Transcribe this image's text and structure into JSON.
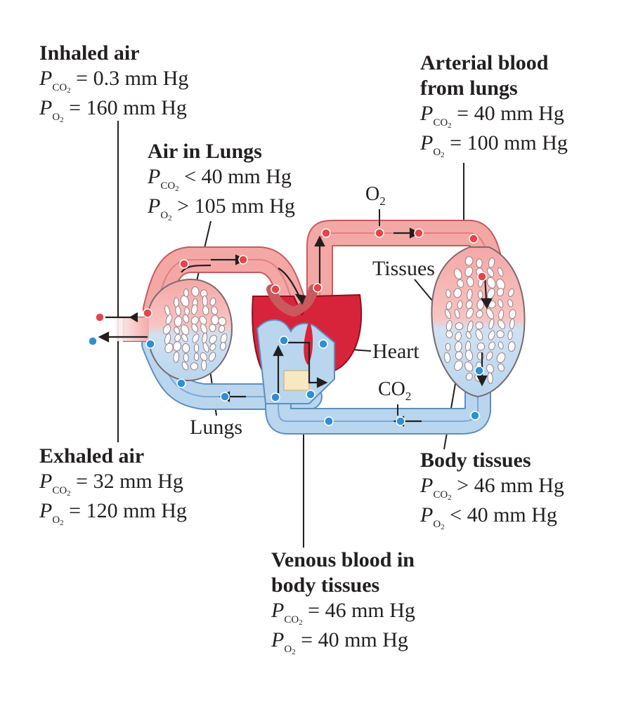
{
  "inhaled_air": {
    "title": "Inhaled air",
    "pco2": "= 0.3 mm Hg",
    "po2": "= 160 mm Hg"
  },
  "air_in_lungs": {
    "title": "Air in Lungs",
    "pco2": "< 40 mm Hg",
    "po2": "> 105 mm Hg"
  },
  "arterial_blood": {
    "title_line1": "Arterial blood",
    "title_line2": "from lungs",
    "pco2": "= 40 mm Hg",
    "po2": "= 100 mm Hg"
  },
  "exhaled_air": {
    "title": "Exhaled air",
    "pco2": "= 32 mm Hg",
    "po2": "= 120 mm Hg"
  },
  "body_tissues": {
    "title": "Body tissues",
    "pco2": "> 46 mm Hg",
    "po2": "< 40 mm Hg"
  },
  "venous_blood": {
    "title_line1": "Venous blood in",
    "title_line2": "body tissues",
    "pco2": "= 46 mm Hg",
    "po2": "= 40 mm Hg"
  },
  "labels": {
    "tissues": "Tissues",
    "heart": "Heart",
    "lungs": "Lungs"
  },
  "gases": {
    "o2_base": "O",
    "o2_sub": "2",
    "co2_base": "CO",
    "co2_sub": "2"
  },
  "symbols": {
    "p": "P",
    "co2_sub": "CO",
    "o2_sub": "O",
    "two": "2"
  },
  "colors": {
    "oxygenated": "#f4a8a6",
    "deoxygenated": "#b9d6ee",
    "heart": "#d8243a",
    "red_dot": "#e8434b",
    "blue_dot": "#2e8fd3"
  }
}
